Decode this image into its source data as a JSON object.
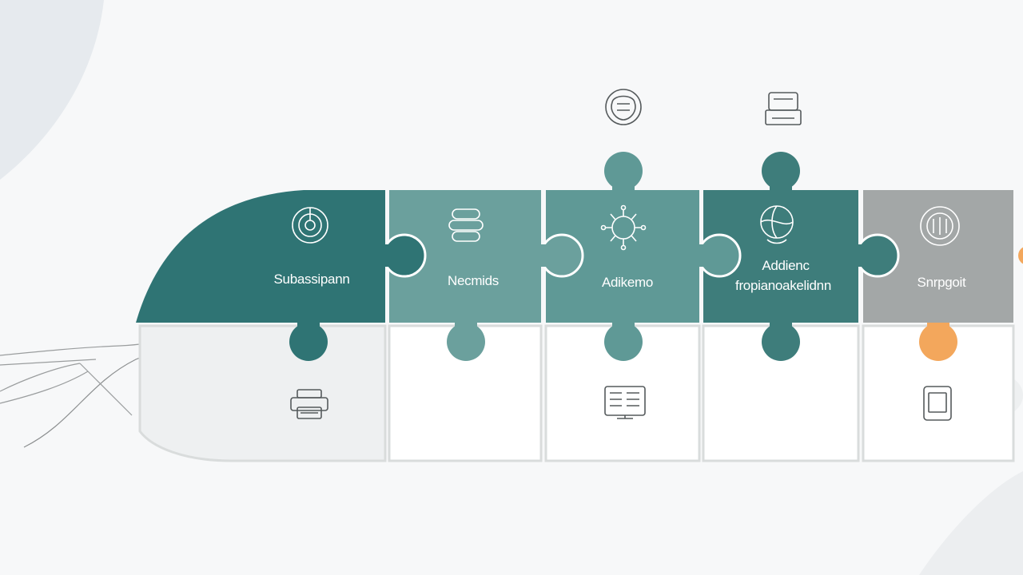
{
  "pieces": [
    {
      "label": "Subassipann",
      "icon": "target-icon",
      "color": "#2f7474"
    },
    {
      "label": "Necmids",
      "icon": "stacked-cylinders-icon",
      "color": "#6ba09d"
    },
    {
      "label": "Adikemo",
      "icon": "virus-network-icon",
      "color": "#5f9996"
    },
    {
      "label_line1": "Addienc",
      "label_line2": "fropianoakelidnn",
      "icon": "globe-hand-icon",
      "color": "#3e7d7b"
    },
    {
      "label": "Snrpgoit",
      "icon": "globe-badge-icon",
      "color": "#a3a7a7"
    }
  ],
  "bottom_icons": [
    "printer-icon",
    "monitor-dashboard-icon",
    "tablet-icon"
  ],
  "top_icons": [
    "brain-icon",
    "machine-icon"
  ],
  "colors": {
    "accent_orange": "#f3a75c",
    "grid_line": "#d9dcdc",
    "background": "#f7f8f9"
  }
}
